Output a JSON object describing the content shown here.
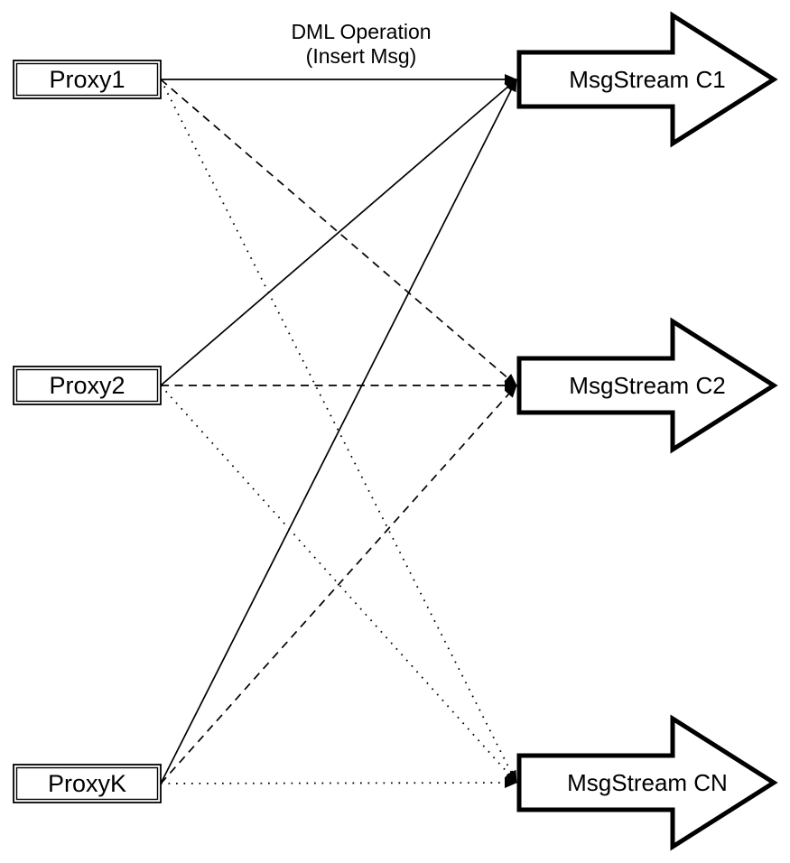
{
  "title": {
    "line1": "DML Operation",
    "line2": "(Insert Msg)"
  },
  "proxies": [
    {
      "label": "Proxy1"
    },
    {
      "label": "Proxy2"
    },
    {
      "label": "ProxyK"
    }
  ],
  "streams": [
    {
      "label": "MsgStream C1"
    },
    {
      "label": "MsgStream C2"
    },
    {
      "label": "MsgStream CN"
    }
  ],
  "edges": [
    {
      "from": "Proxy1",
      "to": "MsgStream C1",
      "line_style": "solid"
    },
    {
      "from": "Proxy1",
      "to": "MsgStream C2",
      "line_style": "dashed"
    },
    {
      "from": "Proxy1",
      "to": "MsgStream CN",
      "line_style": "dotted"
    },
    {
      "from": "Proxy2",
      "to": "MsgStream C1",
      "line_style": "solid"
    },
    {
      "from": "Proxy2",
      "to": "MsgStream C2",
      "line_style": "dashed"
    },
    {
      "from": "Proxy2",
      "to": "MsgStream CN",
      "line_style": "dotted"
    },
    {
      "from": "ProxyK",
      "to": "MsgStream C1",
      "line_style": "solid"
    },
    {
      "from": "ProxyK",
      "to": "MsgStream C2",
      "line_style": "dashed"
    },
    {
      "from": "ProxyK",
      "to": "MsgStream CN",
      "line_style": "dotted"
    }
  ],
  "colors": {
    "stroke": "#000000",
    "shape_fill": "#ffffff",
    "background": "#ffffff"
  }
}
